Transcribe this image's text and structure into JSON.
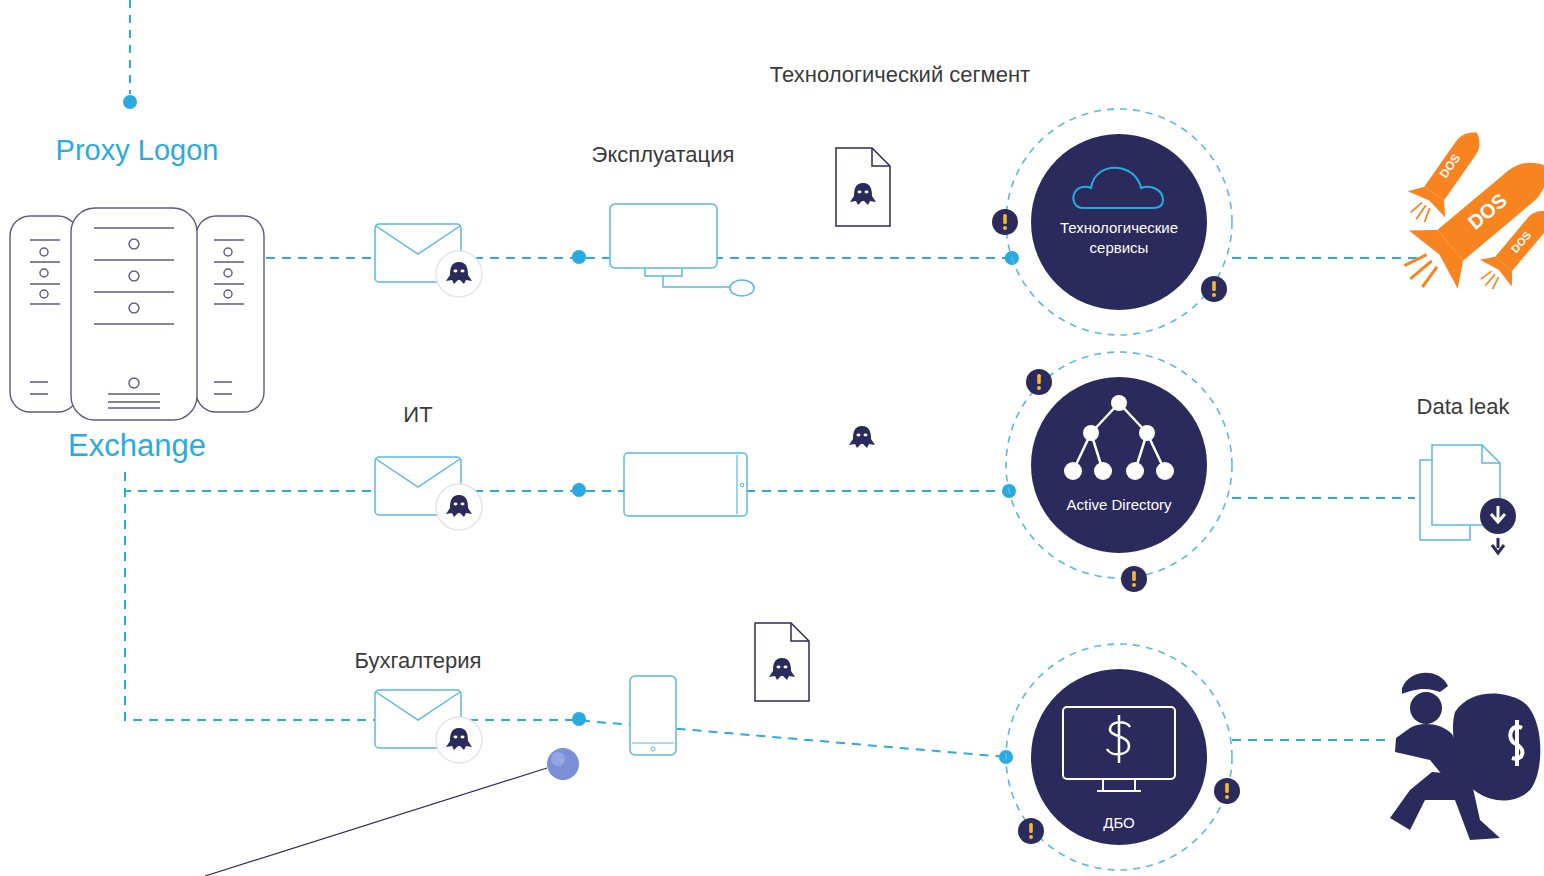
{
  "diagram": {
    "nodes": [
      {
        "text": [
          "Proxy Logon",
          "Exchange"
        ]
      },
      {
        "text": [
          "Технологические сервисы"
        ]
      },
      {
        "text": [
          "Active Directory"
        ]
      },
      {
        "text": [
          "ДБО"
        ]
      }
    ],
    "edges": [
      {
        "from": 0,
        "to": 1,
        "arrow": "none"
      },
      {
        "from": 0,
        "to": 2,
        "arrow": "none"
      },
      {
        "from": 0,
        "to": 3,
        "arrow": "none"
      }
    ],
    "labels": [
      "Технологический сегмент",
      "Эксплуатация",
      "ИТ",
      "Бухгалтерия",
      "Data leak",
      "DOS",
      "DOS",
      "DOS"
    ]
  }
}
